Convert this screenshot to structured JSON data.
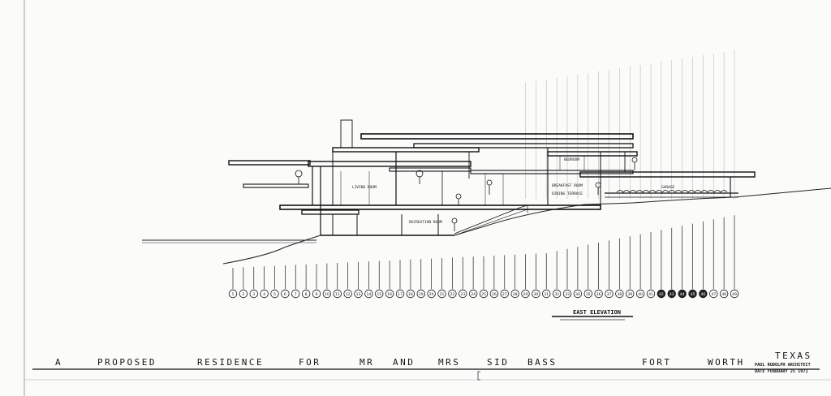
{
  "title_block": {
    "words": [
      "A",
      "PROPOSED",
      "RESIDENCE",
      "FOR",
      "MR",
      "AND",
      "MRS",
      "SID",
      "BASS",
      "FORT",
      "WORTH",
      "TEXAS"
    ],
    "architect": "PAUL RUDOLPH ARCHITECT",
    "date": "DATE FEBRUARY 25 1971"
  },
  "drawing": {
    "view_title": "EAST ELEVATION",
    "rooms": [
      "LIVING ROOM",
      "RECREATION ROOM",
      "BEDROOM",
      "GARAGE",
      "BREAKFAST ROOM",
      "DINING TERRACE"
    ],
    "column_count": 49
  }
}
